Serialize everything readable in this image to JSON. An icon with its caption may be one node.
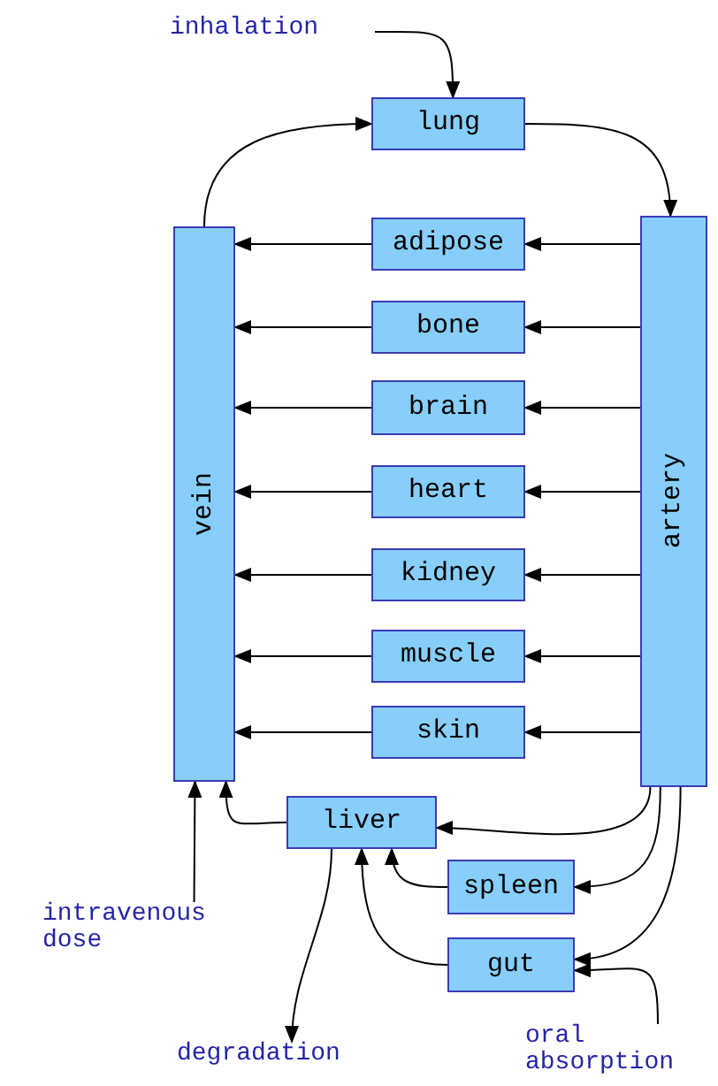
{
  "diagram": {
    "nodes": [
      {
        "text": [
          "inhalation"
        ]
      },
      {
        "text": [
          "lung"
        ]
      },
      {
        "text": [
          "vein"
        ]
      },
      {
        "text": [
          "adipose"
        ]
      },
      {
        "text": [
          "bone"
        ]
      },
      {
        "text": [
          "brain"
        ]
      },
      {
        "text": [
          "heart"
        ]
      },
      {
        "text": [
          "kidney"
        ]
      },
      {
        "text": [
          "muscle"
        ]
      },
      {
        "text": [
          "skin"
        ]
      },
      {
        "text": [
          "artery"
        ]
      },
      {
        "text": [
          "liver"
        ]
      },
      {
        "text": [
          "spleen"
        ]
      },
      {
        "text": [
          "gut"
        ]
      },
      {
        "text": [
          "intravenous dose"
        ]
      },
      {
        "text": [
          "degradation"
        ]
      },
      {
        "text": [
          "oral absorption"
        ]
      }
    ],
    "edges": [
      {
        "from": 0,
        "to": 1,
        "arrow": "to"
      },
      {
        "from": 2,
        "to": 1,
        "arrow": "to"
      },
      {
        "from": 1,
        "to": 10,
        "arrow": "to"
      },
      {
        "from": 10,
        "to": 3,
        "arrow": "to"
      },
      {
        "from": 10,
        "to": 4,
        "arrow": "to"
      },
      {
        "from": 10,
        "to": 5,
        "arrow": "to"
      },
      {
        "from": 10,
        "to": 6,
        "arrow": "to"
      },
      {
        "from": 10,
        "to": 7,
        "arrow": "to"
      },
      {
        "from": 10,
        "to": 8,
        "arrow": "to"
      },
      {
        "from": 10,
        "to": 9,
        "arrow": "to"
      },
      {
        "from": 3,
        "to": 2,
        "arrow": "to"
      },
      {
        "from": 4,
        "to": 2,
        "arrow": "to"
      },
      {
        "from": 5,
        "to": 2,
        "arrow": "to"
      },
      {
        "from": 6,
        "to": 2,
        "arrow": "to"
      },
      {
        "from": 7,
        "to": 2,
        "arrow": "to"
      },
      {
        "from": 8,
        "to": 2,
        "arrow": "to"
      },
      {
        "from": 9,
        "to": 2,
        "arrow": "to"
      },
      {
        "from": 10,
        "to": 11,
        "arrow": "to"
      },
      {
        "from": 10,
        "to": 12,
        "arrow": "to"
      },
      {
        "from": 10,
        "to": 13,
        "arrow": "to"
      },
      {
        "from": 11,
        "to": 2,
        "arrow": "to"
      },
      {
        "from": 12,
        "to": 11,
        "arrow": "to"
      },
      {
        "from": 13,
        "to": 11,
        "arrow": "to"
      },
      {
        "from": 14,
        "to": 2,
        "arrow": "to"
      },
      {
        "from": 11,
        "to": 15,
        "arrow": "to"
      },
      {
        "from": 16,
        "to": 13,
        "arrow": "to"
      }
    ]
  }
}
